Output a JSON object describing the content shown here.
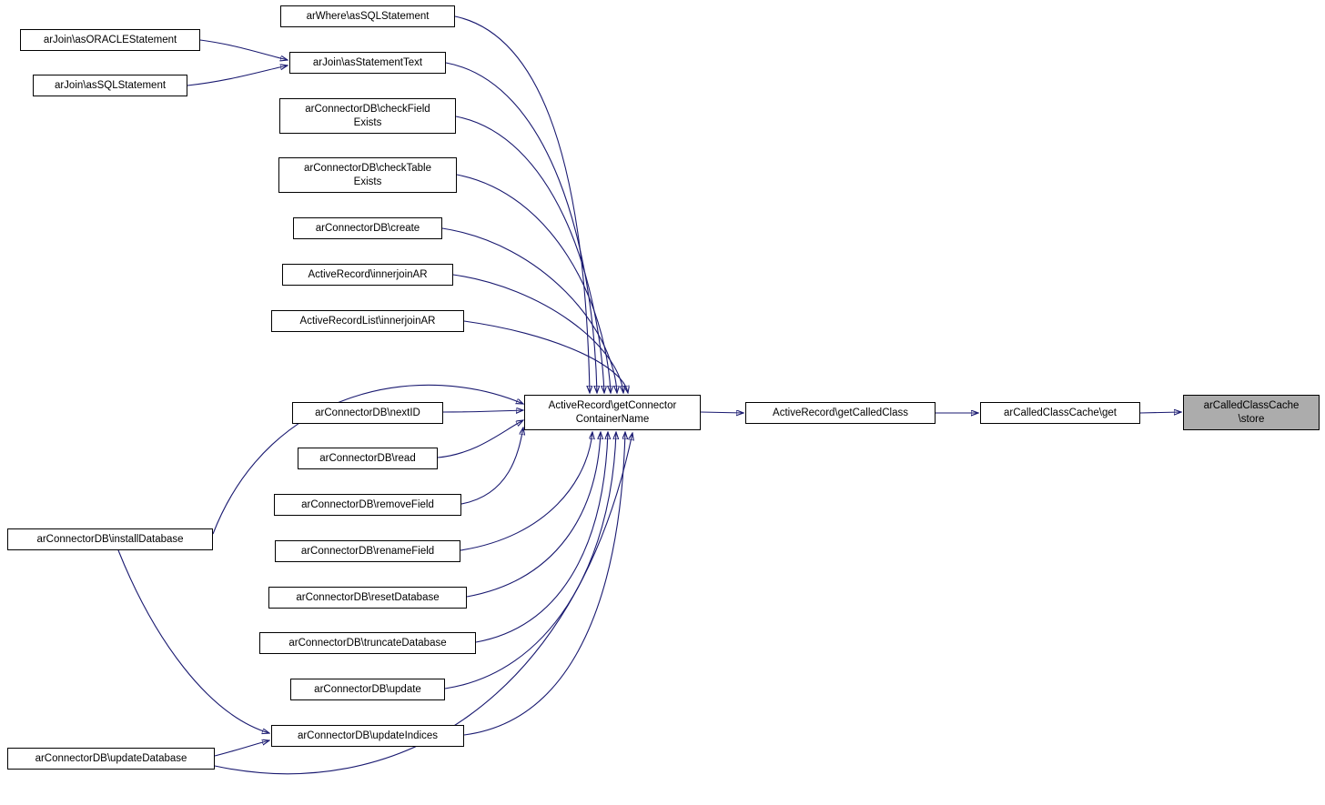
{
  "diagram": {
    "type": "call-graph",
    "colors": {
      "edge": "#191970",
      "node_border": "#000000",
      "node_fill": "#ffffff",
      "highlight_fill": "#acacac",
      "background": "#ffffff"
    },
    "nodes": [
      {
        "id": "arjoin-asoraclestatement",
        "label": "arJoin\\asORACLEStatement",
        "highlighted": false
      },
      {
        "id": "arjoin-assqlstatement",
        "label": "arJoin\\asSQLStatement",
        "highlighted": false
      },
      {
        "id": "arwhere-assqlstatement",
        "label": "arWhere\\asSQLStatement",
        "highlighted": false
      },
      {
        "id": "arjoin-asstatementtext",
        "label": "arJoin\\asStatementText",
        "highlighted": false
      },
      {
        "id": "arconnectordb-checkfieldexists",
        "label": "arConnectorDB\\checkField\nExists",
        "highlighted": false
      },
      {
        "id": "arconnectordb-checktableexists",
        "label": "arConnectorDB\\checkTable\nExists",
        "highlighted": false
      },
      {
        "id": "arconnectordb-create",
        "label": "arConnectorDB\\create",
        "highlighted": false
      },
      {
        "id": "activerecord-innerjoinar",
        "label": "ActiveRecord\\innerjoinAR",
        "highlighted": false
      },
      {
        "id": "activerecordlist-innerjoinar",
        "label": "ActiveRecordList\\innerjoinAR",
        "highlighted": false
      },
      {
        "id": "arconnectordb-nextid",
        "label": "arConnectorDB\\nextID",
        "highlighted": false
      },
      {
        "id": "arconnectordb-read",
        "label": "arConnectorDB\\read",
        "highlighted": false
      },
      {
        "id": "arconnectordb-removefield",
        "label": "arConnectorDB\\removeField",
        "highlighted": false
      },
      {
        "id": "arconnectordb-renamefield",
        "label": "arConnectorDB\\renameField",
        "highlighted": false
      },
      {
        "id": "arconnectordb-resetdatabase",
        "label": "arConnectorDB\\resetDatabase",
        "highlighted": false
      },
      {
        "id": "arconnectordb-truncatedatabase",
        "label": "arConnectorDB\\truncateDatabase",
        "highlighted": false
      },
      {
        "id": "arconnectordb-update",
        "label": "arConnectorDB\\update",
        "highlighted": false
      },
      {
        "id": "arconnectordb-updateindices",
        "label": "arConnectorDB\\updateIndices",
        "highlighted": false
      },
      {
        "id": "arconnectordb-installdatabase",
        "label": "arConnectorDB\\installDatabase",
        "highlighted": false
      },
      {
        "id": "arconnectordb-updatedatabase",
        "label": "arConnectorDB\\updateDatabase",
        "highlighted": false
      },
      {
        "id": "activerecord-getconnectorcontainername",
        "label": "ActiveRecord\\getConnector\nContainerName",
        "highlighted": false
      },
      {
        "id": "activerecord-getcalledclass",
        "label": "ActiveRecord\\getCalledClass",
        "highlighted": false
      },
      {
        "id": "arcalledclasscache-get",
        "label": "arCalledClassCache\\get",
        "highlighted": false
      },
      {
        "id": "arcalledclasscache-store",
        "label": "arCalledClassCache\n\\store",
        "highlighted": true
      }
    ],
    "edges": [
      {
        "from": "arjoin-asoraclestatement",
        "to": "arjoin-asstatementtext"
      },
      {
        "from": "arjoin-assqlstatement",
        "to": "arjoin-asstatementtext"
      },
      {
        "from": "arwhere-assqlstatement",
        "to": "activerecord-getconnectorcontainername"
      },
      {
        "from": "arjoin-asstatementtext",
        "to": "activerecord-getconnectorcontainername"
      },
      {
        "from": "arconnectordb-checkfieldexists",
        "to": "activerecord-getconnectorcontainername"
      },
      {
        "from": "arconnectordb-checktableexists",
        "to": "activerecord-getconnectorcontainername"
      },
      {
        "from": "arconnectordb-create",
        "to": "activerecord-getconnectorcontainername"
      },
      {
        "from": "activerecord-innerjoinar",
        "to": "activerecord-getconnectorcontainername"
      },
      {
        "from": "activerecordlist-innerjoinar",
        "to": "activerecord-getconnectorcontainername"
      },
      {
        "from": "arconnectordb-nextid",
        "to": "activerecord-getconnectorcontainername"
      },
      {
        "from": "arconnectordb-read",
        "to": "activerecord-getconnectorcontainername"
      },
      {
        "from": "arconnectordb-removefield",
        "to": "activerecord-getconnectorcontainername"
      },
      {
        "from": "arconnectordb-renamefield",
        "to": "activerecord-getconnectorcontainername"
      },
      {
        "from": "arconnectordb-resetdatabase",
        "to": "activerecord-getconnectorcontainername"
      },
      {
        "from": "arconnectordb-truncatedatabase",
        "to": "activerecord-getconnectorcontainername"
      },
      {
        "from": "arconnectordb-update",
        "to": "activerecord-getconnectorcontainername"
      },
      {
        "from": "arconnectordb-updateindices",
        "to": "activerecord-getconnectorcontainername"
      },
      {
        "from": "arconnectordb-installdatabase",
        "to": "activerecord-getconnectorcontainername"
      },
      {
        "from": "arconnectordb-installdatabase",
        "to": "arconnectordb-updateindices"
      },
      {
        "from": "arconnectordb-updatedatabase",
        "to": "arconnectordb-updateindices"
      },
      {
        "from": "arconnectordb-updatedatabase",
        "to": "activerecord-getconnectorcontainername"
      },
      {
        "from": "activerecord-getconnectorcontainername",
        "to": "activerecord-getcalledclass"
      },
      {
        "from": "activerecord-getcalledclass",
        "to": "arcalledclasscache-get"
      },
      {
        "from": "arcalledclasscache-get",
        "to": "arcalledclasscache-store"
      }
    ]
  }
}
